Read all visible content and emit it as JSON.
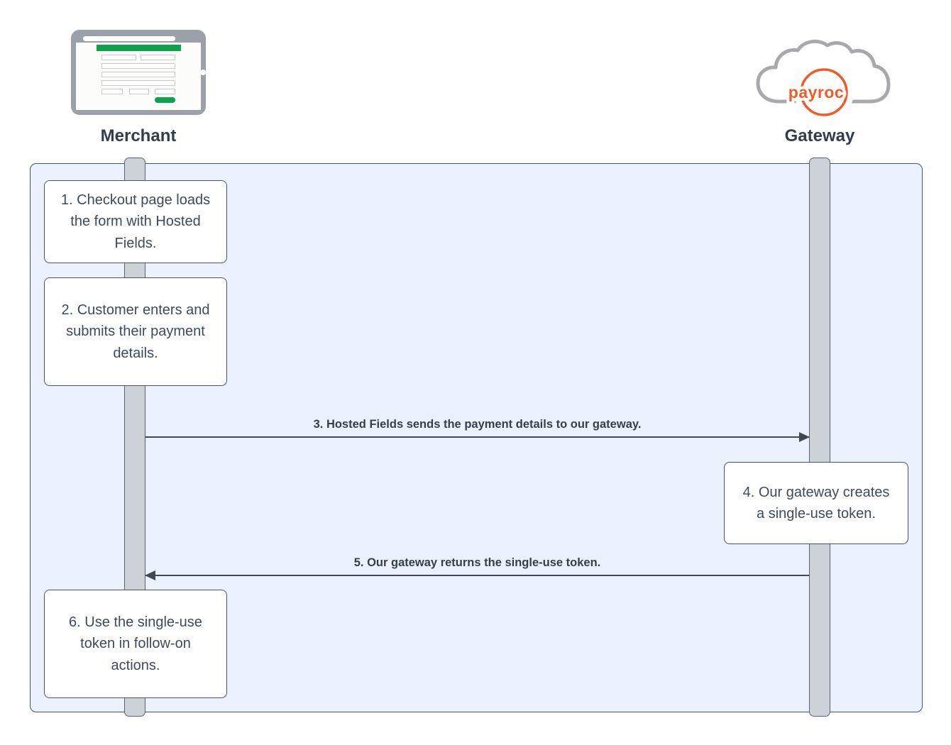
{
  "actors": {
    "merchant": {
      "label": "Merchant",
      "icon": "merchant-checkout-form-icon"
    },
    "gateway": {
      "label": "Gateway",
      "icon": "payroc-cloud-icon",
      "logo_text": "payroc"
    }
  },
  "notes": [
    {
      "id": 1,
      "actor": "merchant",
      "text": "1. Checkout page loads the form with Hosted Fields."
    },
    {
      "id": 2,
      "actor": "merchant",
      "text": "2. Customer enters and submits their payment details."
    },
    {
      "id": 4,
      "actor": "gateway",
      "text": "4. Our gateway creates a single-use token."
    },
    {
      "id": 6,
      "actor": "merchant",
      "text": "6. Use the single-use token in follow-on actions."
    }
  ],
  "messages": [
    {
      "id": 3,
      "from": "merchant",
      "to": "gateway",
      "direction": "right",
      "text": "3. Hosted Fields sends the payment details to our gateway."
    },
    {
      "id": 5,
      "from": "gateway",
      "to": "merchant",
      "direction": "left",
      "text": "5. Our gateway returns the single-use token."
    }
  ],
  "colors": {
    "frame_fill": "#ebf2fd",
    "frame_border": "#4a5361",
    "lifeline_fill": "#cdd2d9",
    "lifeline_border": "#5b6370",
    "note_fill": "#ffffff",
    "note_border": "#4a5361",
    "note_text": "#3e4a5a",
    "actor_label_text": "#323c4c",
    "arrow": "#3e4856",
    "payroc_orange": "#f15b2a",
    "merchant_green": "#0ea14e",
    "device_gray": "#9ba1a6",
    "cloud_gray": "#a7a9ac"
  }
}
